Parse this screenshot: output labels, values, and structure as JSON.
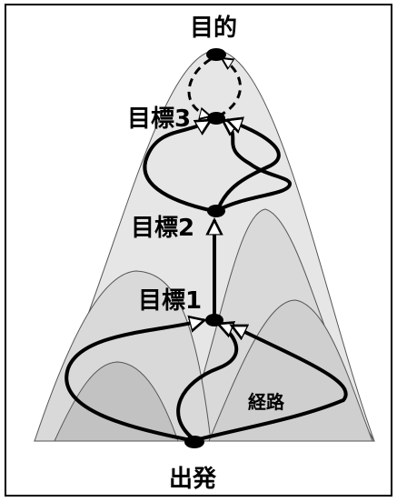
{
  "labels": {
    "goal": "目的",
    "target3": "目標3",
    "target2": "目標2",
    "target1": "目標1",
    "route": "経路",
    "start": "出発"
  },
  "colors": {
    "background": "#ffffff",
    "outer_hill": "#e6e6e6",
    "mid_hill": "#d9d9d9",
    "inner_hill": "#c8c8c8",
    "line": "#000000"
  }
}
